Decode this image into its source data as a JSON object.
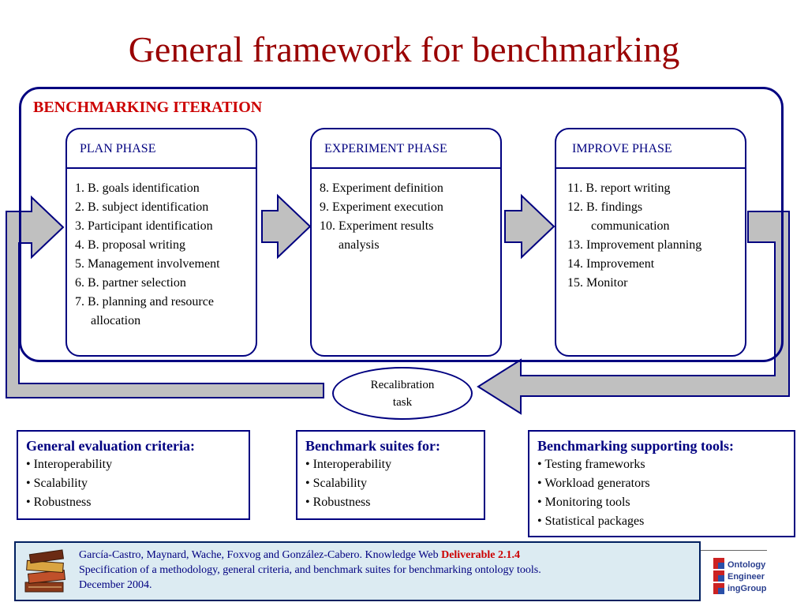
{
  "title": "General framework for benchmarking",
  "iteration_label": "BENCHMARKING ITERATION",
  "phases": [
    {
      "title": "PLAN PHASE",
      "items": [
        {
          "text": "1. B. goals identification",
          "indent": false
        },
        {
          "text": "2. B. subject identification",
          "indent": false
        },
        {
          "text": "3. Participant identification",
          "indent": false
        },
        {
          "text": "4. B. proposal writing",
          "indent": false
        },
        {
          "text": "5. Management involvement",
          "indent": false
        },
        {
          "text": "6. B. partner selection",
          "indent": false
        },
        {
          "text": "7. B. planning and resource",
          "indent": false
        },
        {
          "text": "allocation",
          "indent": true
        }
      ]
    },
    {
      "title": "EXPERIMENT PHASE",
      "items": [
        {
          "text": "8. Experiment definition",
          "indent": false
        },
        {
          "text": "9. Experiment execution",
          "indent": false
        },
        {
          "text": "10. Experiment results",
          "indent": false
        },
        {
          "text": "analysis",
          "indent": true
        }
      ]
    },
    {
      "title": "IMPROVE PHASE",
      "items": [
        {
          "text": "11. B. report writing",
          "indent": false
        },
        {
          "text": "12. B. findings",
          "indent": false
        },
        {
          "text": "communication",
          "indent": true
        },
        {
          "text": "13. Improvement planning",
          "indent": false
        },
        {
          "text": "14. Improvement",
          "indent": false
        },
        {
          "text": "15. Monitor",
          "indent": false
        }
      ]
    }
  ],
  "recalibration": {
    "line1": "Recalibration",
    "line2": "task"
  },
  "boxes": [
    {
      "title": "General evaluation criteria:",
      "items": [
        "• Interoperability",
        "• Scalability",
        "• Robustness"
      ]
    },
    {
      "title": "Benchmark suites for:",
      "items": [
        "• Interoperability",
        "• Scalability",
        "• Robustness"
      ]
    },
    {
      "title": "Benchmarking supporting tools:",
      "items": [
        "• Testing frameworks",
        "• Workload generators",
        "• Monitoring tools",
        "• Statistical packages"
      ]
    }
  ],
  "footer": {
    "line1_prefix": "García-Castro, Maynard, Wache, Foxvog and González-Cabero. Knowledge Web ",
    "line1_deliverable": "Deliverable 2.1.4",
    "line2": "Specification of a methodology, general criteria, and benchmark suites for benchmarking ontology tools.",
    "line3": "December 2004."
  },
  "logo": {
    "lines": [
      "Ontology",
      "Engineer",
      "ingGroup"
    ]
  },
  "colors": {
    "title": "#990000",
    "accent_red": "#cc0000",
    "navy": "#000080",
    "arrow_fill": "#c0c0c0",
    "footer_bg": "#dcebf2"
  }
}
